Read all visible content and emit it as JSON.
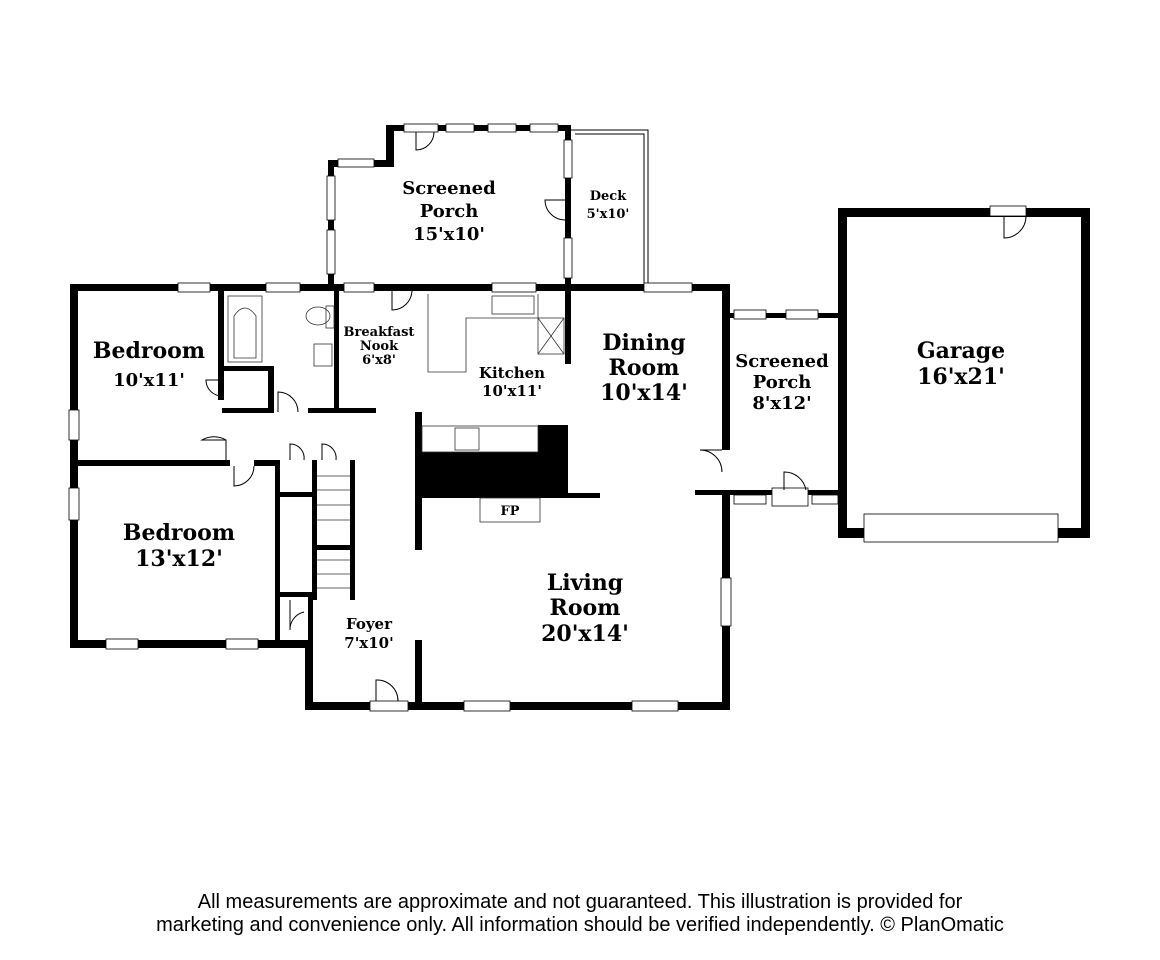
{
  "rooms": {
    "screened_porch_top": {
      "name_line1": "Screened",
      "name_line2": "Porch",
      "size": "15'x10'"
    },
    "deck": {
      "name": "Deck",
      "size": "5'x10'"
    },
    "garage": {
      "name": "Garage",
      "size": "16'x21'"
    },
    "bedroom_top": {
      "name": "Bedroom",
      "size": "10'x11'"
    },
    "breakfast_nook": {
      "name_line1": "Breakfast",
      "name_line2": "Nook",
      "size": "6'x8'"
    },
    "kitchen": {
      "name": "Kitchen",
      "size": "10'x11'"
    },
    "dining_room": {
      "name_line1": "Dining",
      "name_line2": "Room",
      "size": "10'x14'"
    },
    "screened_porch_side": {
      "name_line1": "Screened",
      "name_line2": "Porch",
      "size": "8'x12'"
    },
    "bedroom_bottom": {
      "name": "Bedroom",
      "size": "13'x12'"
    },
    "living_room": {
      "name_line1": "Living",
      "name_line2": "Room",
      "size": "20'x14'"
    },
    "foyer": {
      "name": "Foyer",
      "size": "7'x10'"
    },
    "fireplace": {
      "label": "FP"
    }
  },
  "disclaimer": {
    "line1": "All measurements are approximate and not guaranteed. This illustration is provided for",
    "line2": "marketing and convenience only. All information should be verified independently. © PlanOmatic"
  }
}
